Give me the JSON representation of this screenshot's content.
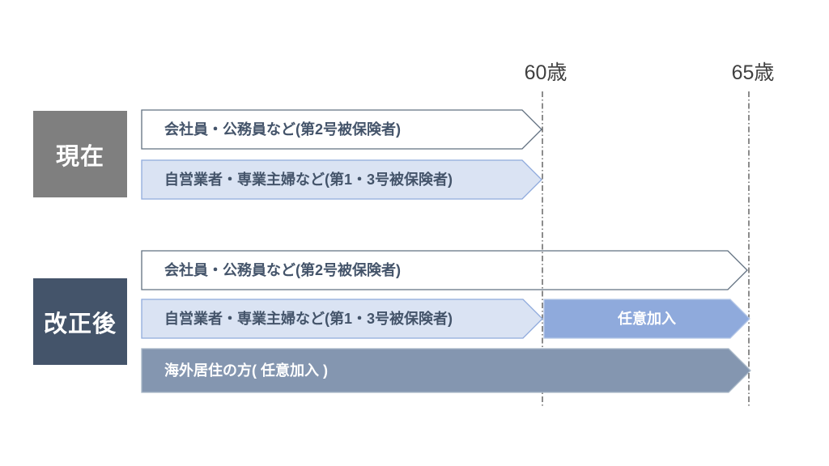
{
  "timeline": {
    "markers": [
      {
        "label": "60歳"
      },
      {
        "label": "65歳"
      }
    ]
  },
  "sections": [
    {
      "label": "現在",
      "rows": [
        {
          "label": "会社員・公務員など(第2号被保険者)"
        },
        {
          "label": "自営業者・専業主婦など(第1・3号被保険者)"
        }
      ]
    },
    {
      "label": "改正後",
      "rows": [
        {
          "label": "会社員・公務員など(第2号被保険者)"
        },
        {
          "label": "自営業者・専業主婦など(第1・3号被保険者)",
          "extension": "任意加入"
        },
        {
          "label": "海外居住の方( 任意加入 )"
        }
      ]
    }
  ],
  "colors": {
    "current_label_bg": "#7f7f7f",
    "revised_label_bg": "#44546a",
    "white_arrow_fill": "none",
    "white_arrow_border": "#617080",
    "light_blue_fill": "#dae3f3",
    "light_blue_border": "#8faadc",
    "mid_blue_fill": "#8faadc",
    "mid_blue_border": "#b4c7e7",
    "gray_blue_fill": "#8496b0",
    "gray_blue_border": "#a9b8c8",
    "navy_text": "#44546a",
    "axis_line_color": "#404040"
  }
}
